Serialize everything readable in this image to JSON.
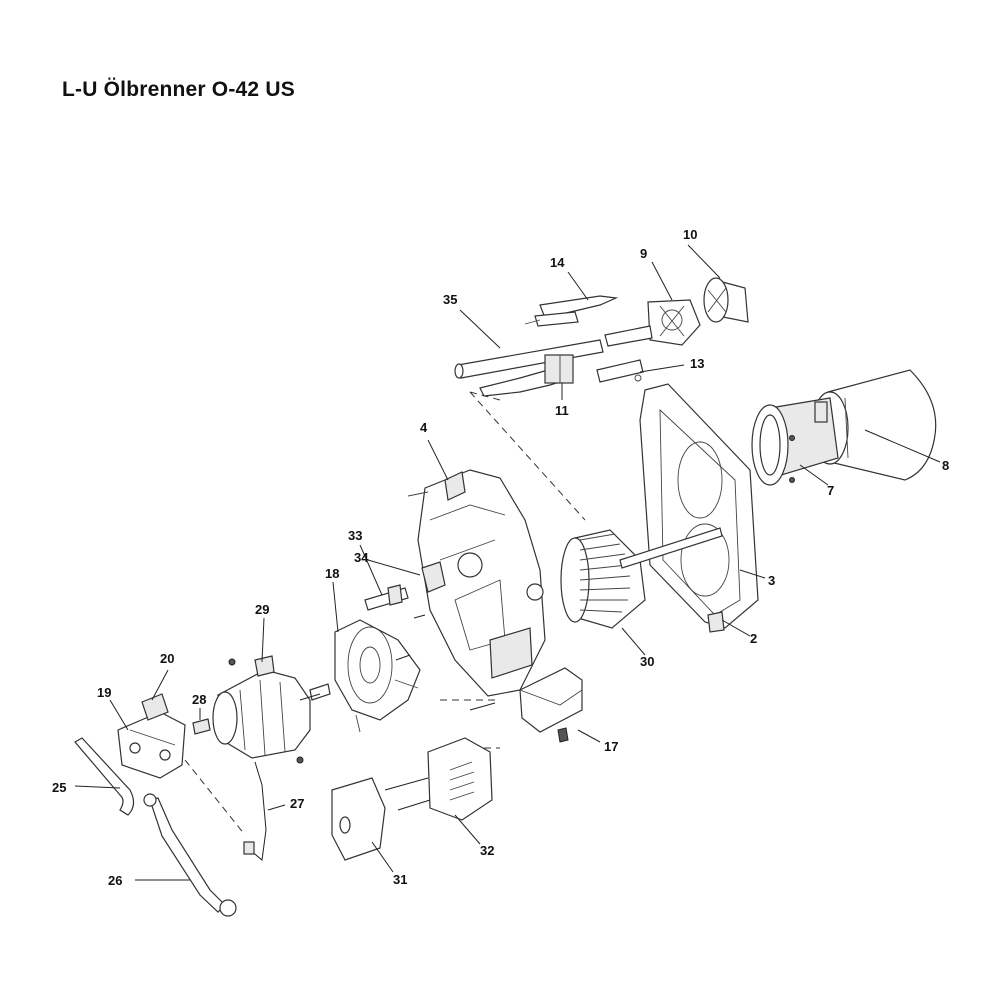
{
  "title": "L-U Ölbrenner O-42 US",
  "callouts": {
    "p2": "2",
    "p3": "3",
    "p4": "4",
    "p7": "7",
    "p8": "8",
    "p9": "9",
    "p10": "10",
    "p11": "11",
    "p13": "13",
    "p14": "14",
    "p17": "17",
    "p18": "18",
    "p19": "19",
    "p20": "20",
    "p25": "25",
    "p26": "26",
    "p27": "27",
    "p28": "28",
    "p29": "29",
    "p30": "30",
    "p31": "31",
    "p32": "32",
    "p33": "33",
    "p34": "34",
    "p35": "35"
  }
}
